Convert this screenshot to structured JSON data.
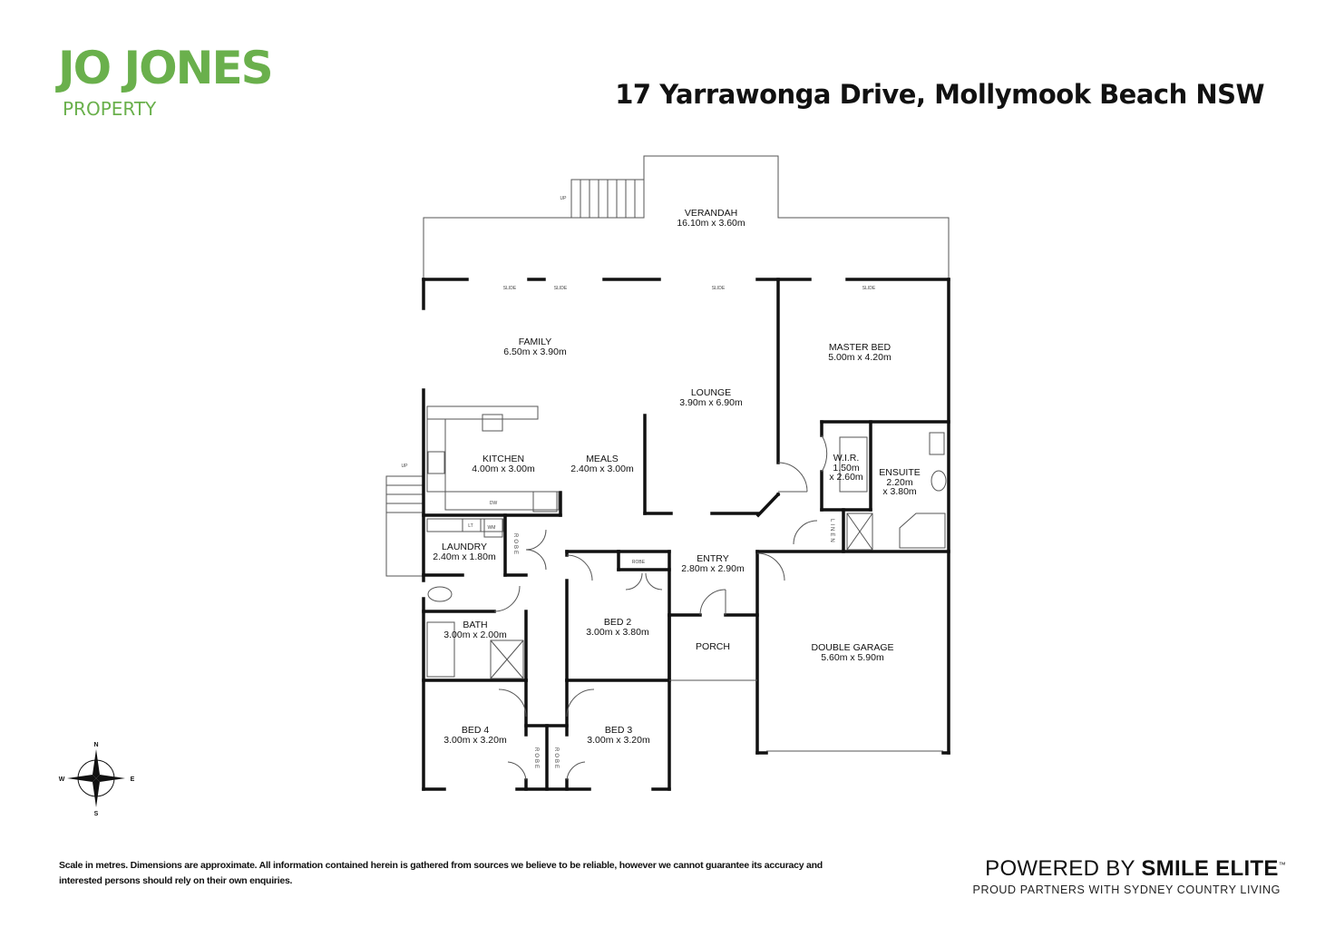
{
  "brand": {
    "name": "JO JONES",
    "subname": "PROPERTY",
    "color": "#6ab04c"
  },
  "address": "17 Yarrawonga Drive, Mollymook Beach NSW",
  "rooms": [
    {
      "id": "verandah",
      "name": "VERANDAH",
      "dims": "16.10m x 3.60m"
    },
    {
      "id": "family",
      "name": "FAMILY",
      "dims": "6.50m x 3.90m"
    },
    {
      "id": "master",
      "name": "MASTER BED",
      "dims": "5.00m x 4.20m"
    },
    {
      "id": "lounge",
      "name": "LOUNGE",
      "dims": "3.90m x 6.90m"
    },
    {
      "id": "kitchen",
      "name": "KITCHEN",
      "dims": "4.00m x 3.00m"
    },
    {
      "id": "meals",
      "name": "MEALS",
      "dims": "2.40m x 3.00m"
    },
    {
      "id": "wir",
      "name": "W.I.R.",
      "dims": "1.50m",
      "dims2": "x 2.60m"
    },
    {
      "id": "ensuite",
      "name": "ENSUITE",
      "dims": "2.20m",
      "dims2": "x 3.80m"
    },
    {
      "id": "laundry",
      "name": "LAUNDRY",
      "dims": "2.40m x 1.80m"
    },
    {
      "id": "entry",
      "name": "ENTRY",
      "dims": "2.80m x 2.90m"
    },
    {
      "id": "bed2",
      "name": "BED 2",
      "dims": "3.00m x 3.80m"
    },
    {
      "id": "bath",
      "name": "BATH",
      "dims": "3.00m x 2.00m"
    },
    {
      "id": "porch",
      "name": "PORCH",
      "dims": ""
    },
    {
      "id": "garage",
      "name": "DOUBLE GARAGE",
      "dims": "5.60m x 5.90m"
    },
    {
      "id": "bed4",
      "name": "BED 4",
      "dims": "3.00m x 3.20m"
    },
    {
      "id": "bed3",
      "name": "BED 3",
      "dims": "3.00m x 3.20m"
    }
  ],
  "labels": {
    "slide": "SLIDE",
    "robe": "ROBE",
    "linen": "LINEN",
    "up": "UP",
    "dw": "DW",
    "lt": "LT",
    "wm": "WM"
  },
  "compass": {
    "n": "N",
    "s": "S",
    "e": "E",
    "w": "W"
  },
  "disclaimer": "Scale in metres. Dimensions are approximate. All information contained herein is gathered from sources we believe to be reliable, however we cannot guarantee its accuracy and interested persons should rely on their own enquiries.",
  "footer": {
    "powered_prefix": "POWERED BY ",
    "powered_brand": "SMILE ELITE",
    "tm": "™",
    "partners": "PROUD PARTNERS WITH SYDNEY COUNTRY LIVING"
  }
}
